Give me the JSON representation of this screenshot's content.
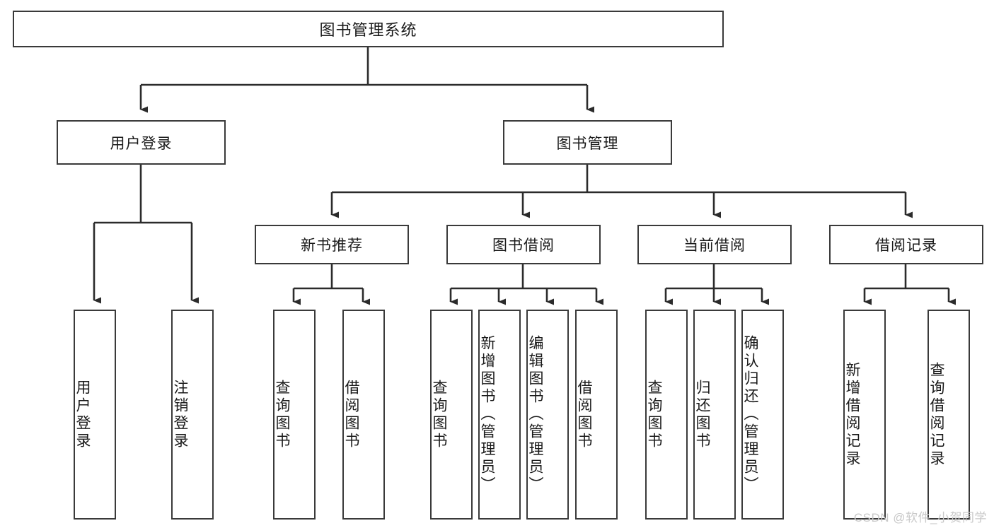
{
  "diagram": {
    "title": "图书管理系统",
    "type": "hierarchy-tree",
    "root": {
      "label": "图书管理系统"
    },
    "level2": [
      {
        "label": "用户登录"
      },
      {
        "label": "图书管理"
      }
    ],
    "level3": [
      {
        "label": "新书推荐"
      },
      {
        "label": "图书借阅"
      },
      {
        "label": "当前借阅"
      },
      {
        "label": "借阅记录"
      }
    ],
    "leaves": {
      "user_login": [
        {
          "label": "用户登录"
        },
        {
          "label": "注销登录"
        }
      ],
      "new_book_recommend": [
        {
          "label": "查询图书"
        },
        {
          "label": "借阅图书"
        }
      ],
      "book_borrow": [
        {
          "label": "查询图书"
        },
        {
          "label": "新增图书（管理员）"
        },
        {
          "label": "编辑图书（管理员）"
        },
        {
          "label": "借阅图书"
        }
      ],
      "current_borrow": [
        {
          "label": "查询图书"
        },
        {
          "label": "归还图书"
        },
        {
          "label": "确认归还（管理员）"
        }
      ],
      "borrow_record": [
        {
          "label": "新增借阅记录"
        },
        {
          "label": "查询借阅记录"
        }
      ]
    }
  },
  "watermark": {
    "text": "CSDN @软件_小贺同学"
  },
  "colors": {
    "stroke": "#3a3a3a",
    "text": "#1a1a1a",
    "background": "#ffffff",
    "watermark": "#c9c9c9"
  }
}
